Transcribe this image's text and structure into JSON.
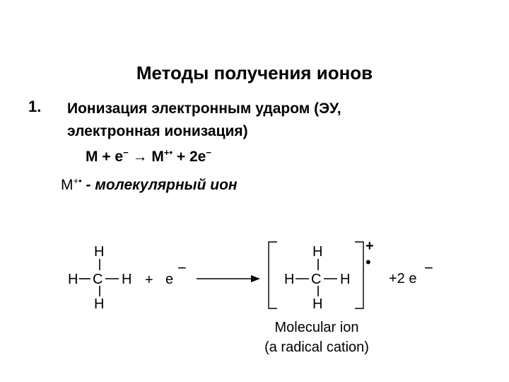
{
  "slide": {
    "title": "Методы получения ионов",
    "item_number": "1.",
    "item_line1": "Ионизация электронным ударом (ЭУ,",
    "item_line2": "электронная ионизация)",
    "equation": {
      "left": "M + e",
      "electron_sup": "−",
      "arrow": " → M",
      "cation_sup": "+•",
      "right": " + 2e",
      "right_sup": "−"
    },
    "definition": {
      "symbol": "M",
      "symbol_sup": "+•",
      "text": " - молекулярный ион"
    }
  },
  "diagram": {
    "atom_h": "H",
    "atom_c": "C",
    "plus": "+",
    "electron": "e",
    "minus": "−",
    "charge": "+",
    "radical_dot": "•",
    "products": "+2 e",
    "caption_line1": "Molecular ion",
    "caption_line2": "(a radical cation)"
  }
}
